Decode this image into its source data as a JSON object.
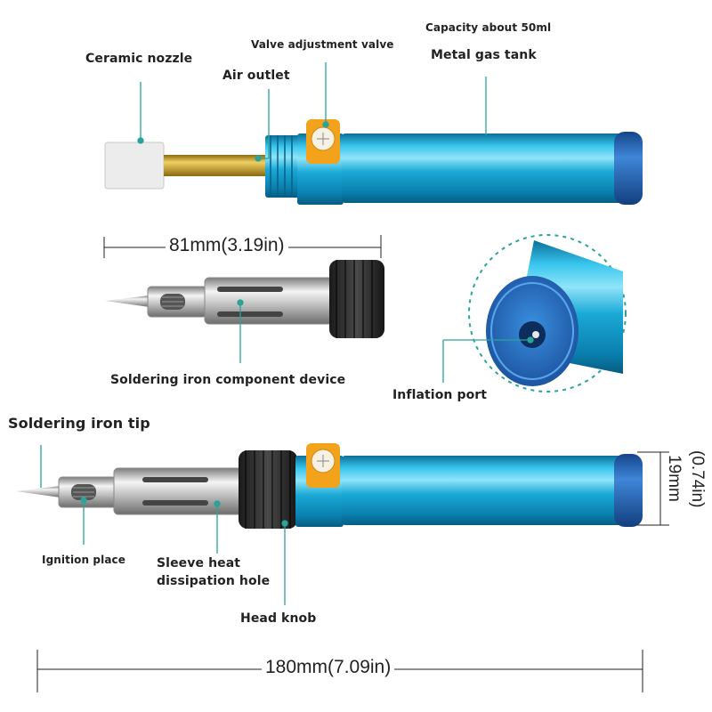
{
  "labels": {
    "capacity": "Capacity about 50ml",
    "valve": "Valve adjustment valve",
    "metal_tank": "Metal gas tank",
    "ceramic_nozzle": "Ceramic nozzle",
    "air_outlet": "Air outlet",
    "soldering_component": "Soldering iron component device",
    "inflation_port": "Inflation port",
    "soldering_tip": "Soldering iron tip",
    "ignition_place": "Ignition place",
    "sleeve_heat_1": "Sleeve heat",
    "sleeve_heat_2": "dissipation hole",
    "head_knob": "Head knob"
  },
  "dimensions": {
    "component_length": "81mm(3.19in)",
    "total_length": "180mm(7.09in)",
    "diameter_mm": "19mm",
    "diameter_in": "(0.74in)"
  },
  "colors": {
    "tank_blue": "#1aa9d6",
    "cap_blue": "#1f63b8",
    "leader_teal": "#2aa39a",
    "brass": "#c9a227",
    "valve_orange": "#f2a21b"
  }
}
